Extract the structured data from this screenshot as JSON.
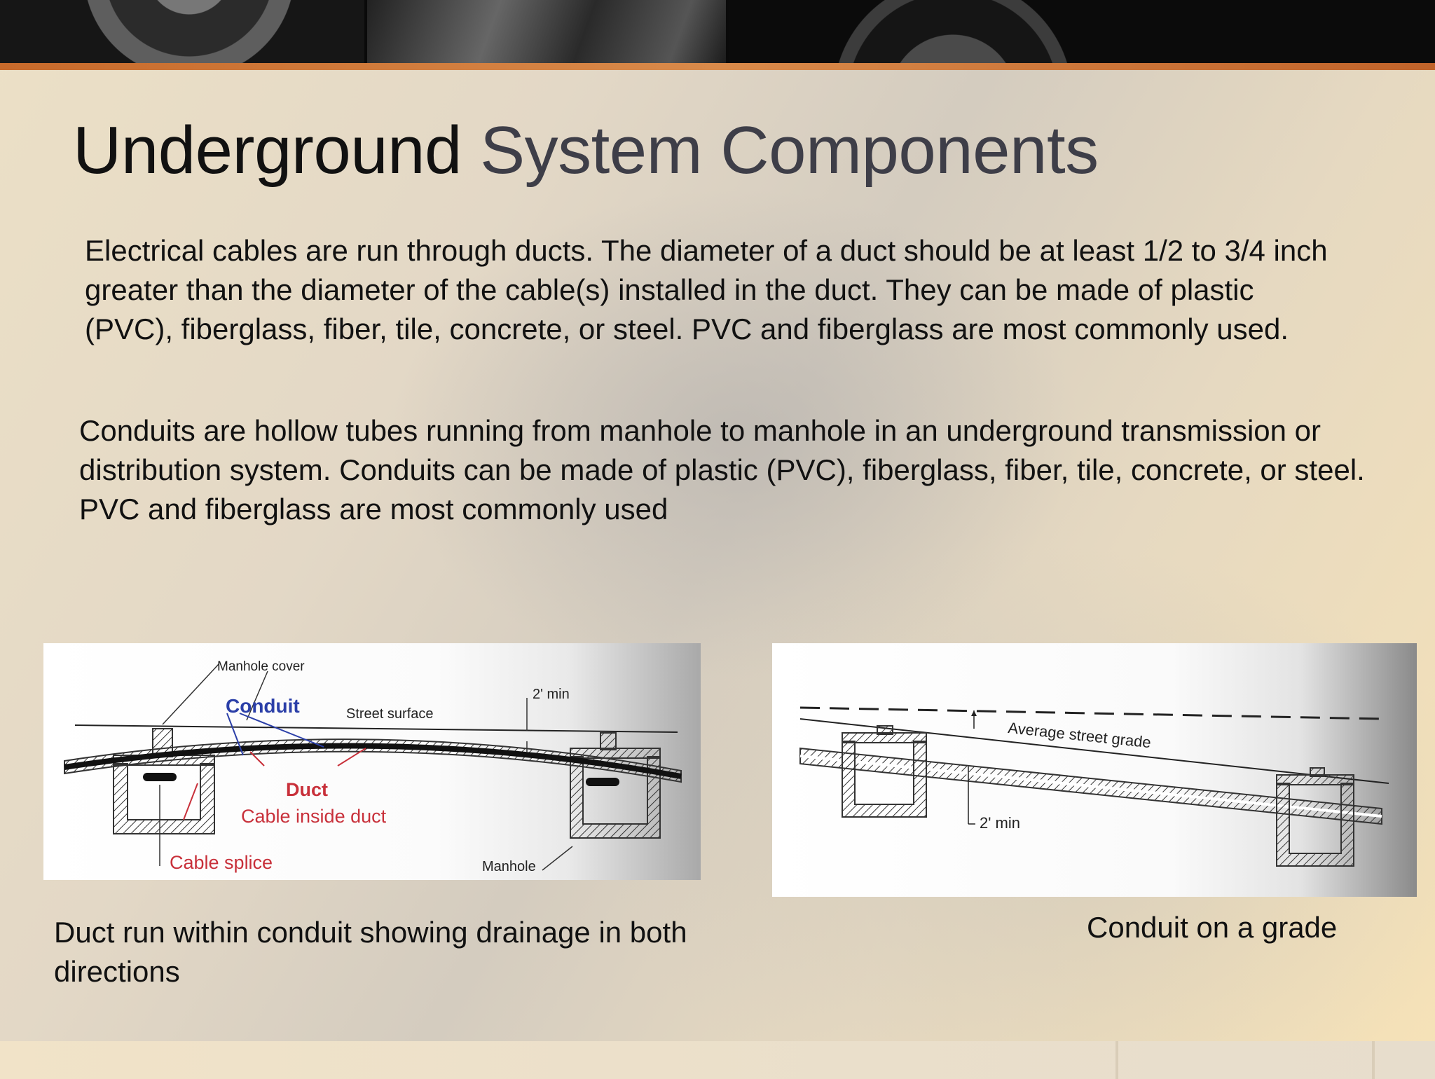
{
  "slide": {
    "title_part1": "Underground",
    "title_part2": "System Components",
    "paragraph1": "Electrical cables are run through ducts. The diameter of a duct should be at least 1/2 to 3/4 inch greater than the diameter of the cable(s) installed in the duct. They can be made of plastic (PVC), fiberglass, fiber, tile, concrete, or steel. PVC and fiberglass are most commonly used.",
    "paragraph2_line1": "Conduits are hollow tubes running from manhole to manhole in an underground transmission or distribution system. Conduits can be made of plastic (PVC), fiberglass, fiber, tile, concrete, or steel.",
    "paragraph2_line2": "PVC and fiberglass are most commonly used"
  },
  "figure1": {
    "label_manhole_cover": "Manhole cover",
    "label_conduit": "Conduit",
    "label_street_surface": "Street surface",
    "label_min": "2' min",
    "label_duct": "Duct",
    "label_cable_inside_duct": "Cable inside duct",
    "label_cable_splice": "Cable splice",
    "label_manhole": "Manhole",
    "caption": "Duct run within conduit showing drainage in both directions"
  },
  "figure2": {
    "label_grade": "Average street grade",
    "label_min": "2' min",
    "caption": "Conduit on a grade"
  },
  "colors": {
    "accent_bar": "#c76a2b",
    "label_blue": "#2b3fa8",
    "label_red": "#c8303a"
  }
}
